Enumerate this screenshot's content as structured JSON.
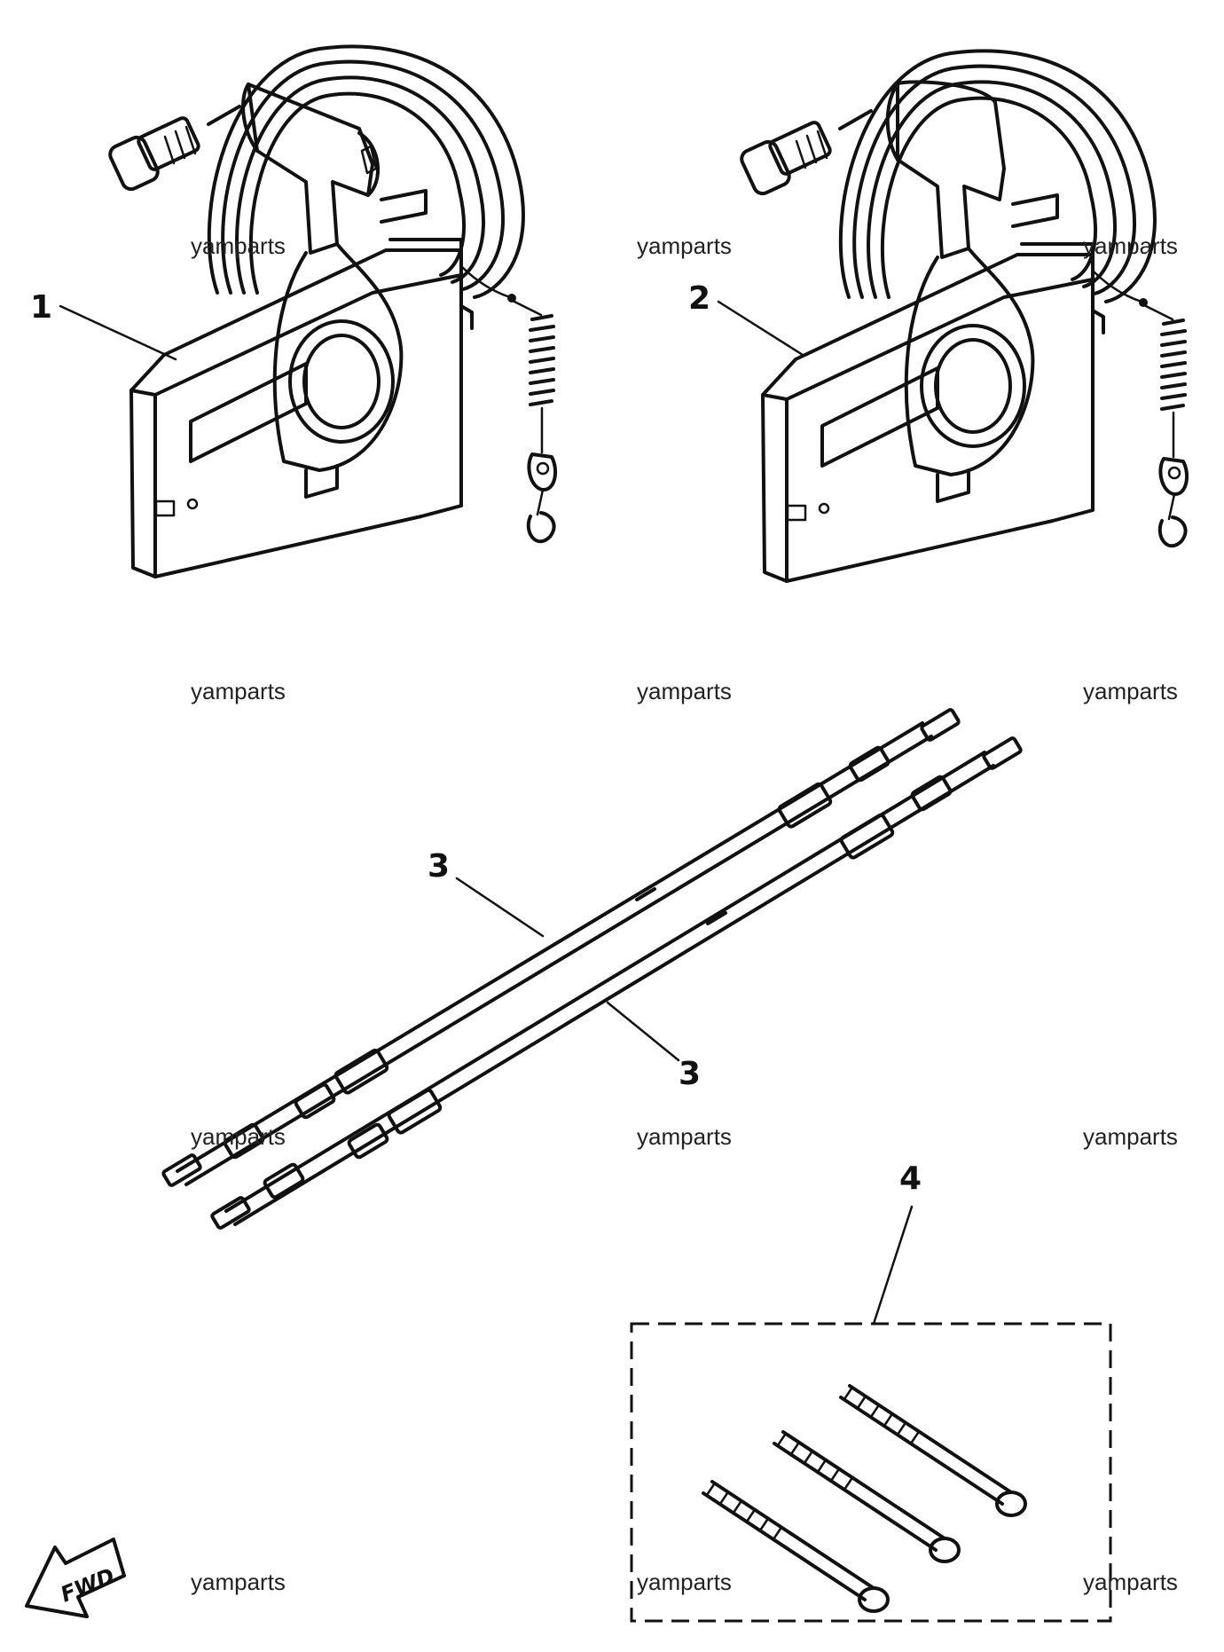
{
  "callouts": {
    "part1": "1",
    "part2": "2",
    "part3a": "3",
    "part3b": "3",
    "part4": "4"
  },
  "watermarks": [
    "yamparts",
    "yamparts",
    "yamparts",
    "yamparts",
    "yamparts",
    "yamparts",
    "yamparts",
    "yamparts",
    "yamparts",
    "yamparts",
    "yamparts",
    "yamparts"
  ],
  "fwd_label": "FWD",
  "colors": {
    "ink": "#111111",
    "background": "#ffffff"
  }
}
